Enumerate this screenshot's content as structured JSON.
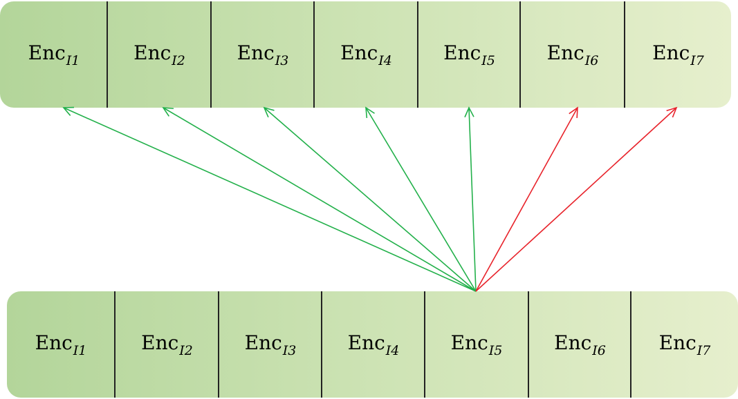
{
  "top_row": {
    "cells": [
      {
        "base": "Enc",
        "sub": "I1"
      },
      {
        "base": "Enc",
        "sub": "I2"
      },
      {
        "base": "Enc",
        "sub": "I3"
      },
      {
        "base": "Enc",
        "sub": "I4"
      },
      {
        "base": "Enc",
        "sub": "I5"
      },
      {
        "base": "Enc",
        "sub": "I6"
      },
      {
        "base": "Enc",
        "sub": "I7"
      }
    ]
  },
  "bottom_row": {
    "cells": [
      {
        "base": "Enc",
        "sub": "I1"
      },
      {
        "base": "Enc",
        "sub": "I2"
      },
      {
        "base": "Enc",
        "sub": "I3"
      },
      {
        "base": "Enc",
        "sub": "I4"
      },
      {
        "base": "Enc",
        "sub": "I5"
      },
      {
        "base": "Enc",
        "sub": "I6"
      },
      {
        "base": "Enc",
        "sub": "I7"
      }
    ]
  },
  "arrows": {
    "source": "I5",
    "colors": {
      "green": "#22b04a",
      "red": "#e8232b"
    },
    "links": [
      {
        "target": "I1",
        "color": "green"
      },
      {
        "target": "I2",
        "color": "green"
      },
      {
        "target": "I3",
        "color": "green"
      },
      {
        "target": "I4",
        "color": "green"
      },
      {
        "target": "I5",
        "color": "green"
      },
      {
        "target": "I6",
        "color": "red"
      },
      {
        "target": "I7",
        "color": "red"
      }
    ]
  }
}
